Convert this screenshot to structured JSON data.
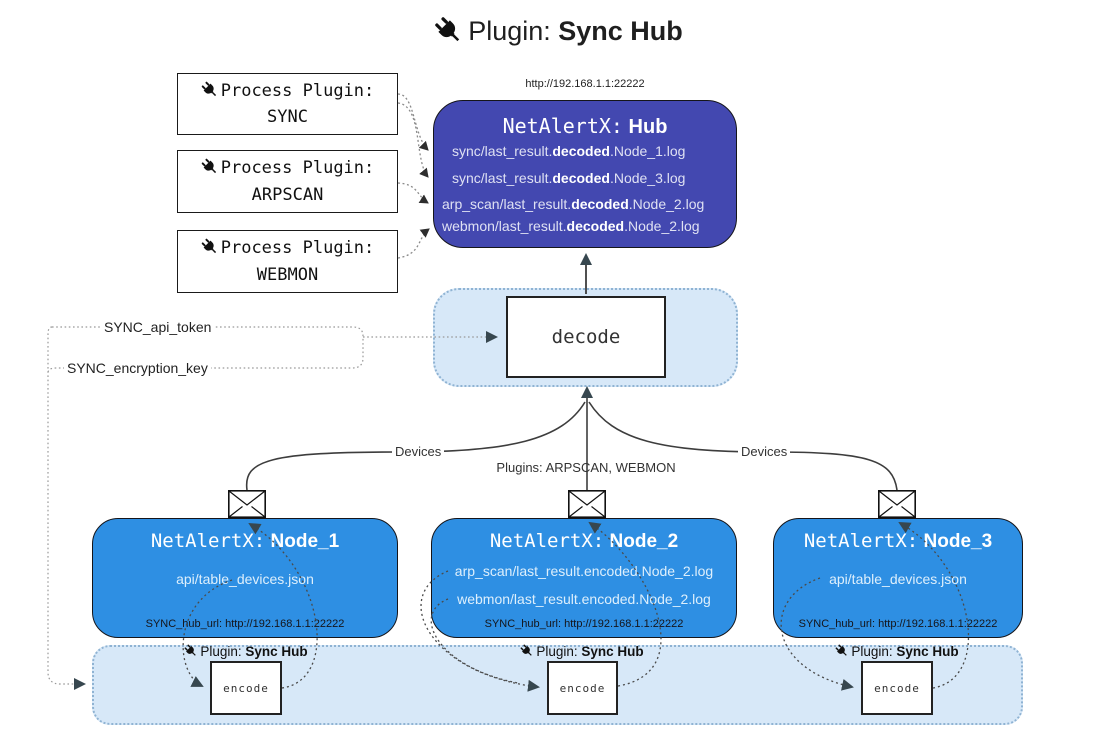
{
  "title": {
    "prefix": "Plugin:",
    "name": "Sync Hub"
  },
  "colors": {
    "hub_fill": "#4348b0",
    "node_fill": "#2e8fe3",
    "container_fill": "#d7e8f8",
    "container_border": "#8fb3d3",
    "box_border": "#15151a",
    "arrow_dark": "#37474f"
  },
  "process_plugins": [
    {
      "label": "Process Plugin:",
      "name": "SYNC"
    },
    {
      "label": "Process Plugin:",
      "name": "ARPSCAN"
    },
    {
      "label": "Process Plugin:",
      "name": "WEBMON"
    }
  ],
  "hub": {
    "url": "http://192.168.1.1:22222",
    "title_prefix": "NetAlertX:",
    "title_name": "Hub",
    "logs": [
      {
        "pre": "sync/last_result.",
        "bold": "decoded",
        "post": ".Node_1.log"
      },
      {
        "pre": "sync/last_result.",
        "bold": "decoded",
        "post": ".Node_3.log"
      },
      {
        "pre": "arp_scan/last_result.",
        "bold": "decoded",
        "post": ".Node_2.log"
      },
      {
        "pre": "webmon/last_result.",
        "bold": "decoded",
        "post": ".Node_2.log"
      }
    ]
  },
  "decode_box": {
    "label": "decode"
  },
  "link_labels": {
    "api_token": "SYNC_api_token",
    "encryption_key": "SYNC_encryption_key",
    "devices_left": "Devices",
    "devices_right": "Devices",
    "plugins_mid": "Plugins: ARPSCAN, WEBMON"
  },
  "nodes": [
    {
      "title_prefix": "NetAlertX:",
      "title_name": "Node_1",
      "files": [
        "api/table_devices.json"
      ],
      "hub_url": "SYNC_hub_url: http://192.168.1.1:22222"
    },
    {
      "title_prefix": "NetAlertX:",
      "title_name": "Node_2",
      "files": [
        "arp_scan/last_result.encoded.Node_2.log",
        "webmon/last_result.encoded.Node_2.log"
      ],
      "hub_url": "SYNC_hub_url: http://192.168.1.1:22222"
    },
    {
      "title_prefix": "NetAlertX:",
      "title_name": "Node_3",
      "files": [
        "api/table_devices.json"
      ],
      "hub_url": "SYNC_hub_url: http://192.168.1.1:22222"
    }
  ],
  "encoders": [
    {
      "plugin_prefix": "Plugin:",
      "plugin_name": "Sync Hub",
      "label": "encode"
    },
    {
      "plugin_prefix": "Plugin:",
      "plugin_name": "Sync Hub",
      "label": "encode"
    },
    {
      "plugin_prefix": "Plugin:",
      "plugin_name": "Sync Hub",
      "label": "encode"
    }
  ]
}
